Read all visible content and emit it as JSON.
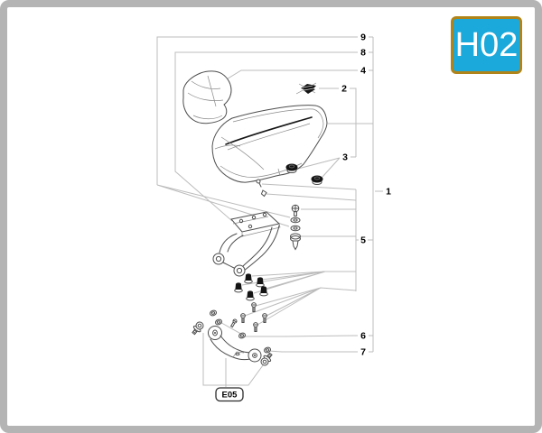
{
  "frame": {
    "border_color": "#b4b4b4",
    "background": "#ffffff"
  },
  "badge": {
    "label": "H02",
    "background": "#1ba8da",
    "border_color": "#b08418",
    "text_color": "#ffffff"
  },
  "diagram": {
    "line_color": "#4d4d4d",
    "leader_color": "#bcbcbc",
    "callouts": {
      "c1": "1",
      "c2": "2",
      "c3": "3",
      "c4": "4",
      "c5": "5",
      "c6": "6",
      "c7": "7",
      "c8": "8",
      "c9": "9"
    },
    "reference_label": "E05"
  }
}
